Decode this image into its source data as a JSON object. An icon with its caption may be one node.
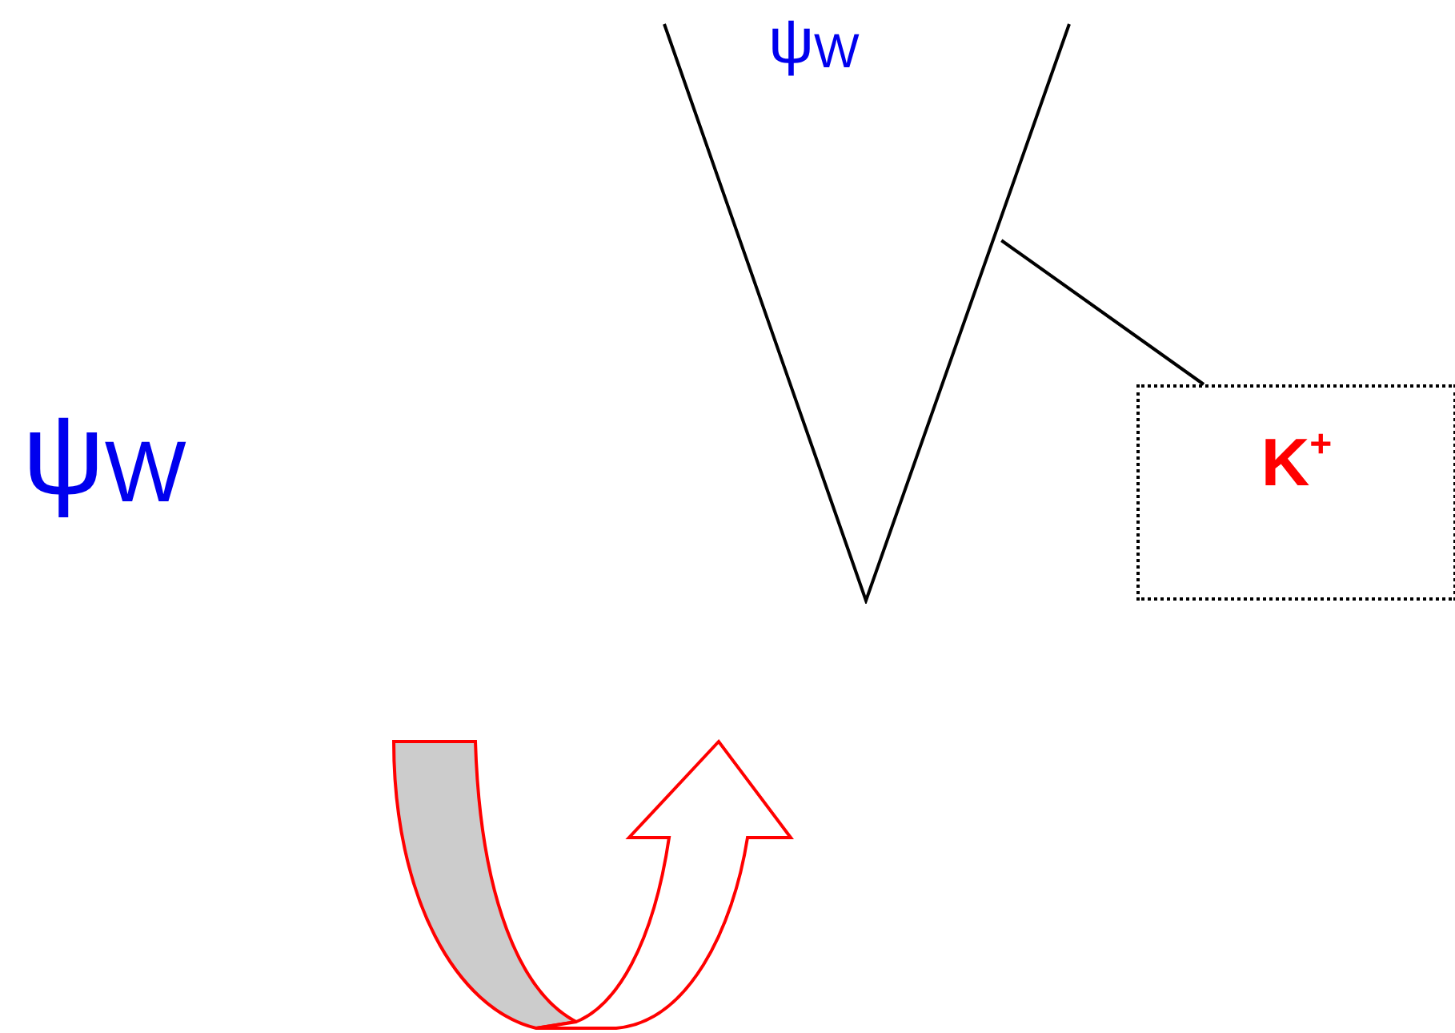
{
  "diagram": {
    "nodes": [
      {
        "text": [
          "K$^{+}$"
        ]
      },
      {
        "text": [],
        "shape": "picture"
      }
    ],
    "edges": [
      {
        "from": 0,
        "to": 1,
        "arrow": "none"
      }
    ],
    "labels": [
      "ψ$_{W}$",
      "ψ$_{W}$"
    ]
  }
}
